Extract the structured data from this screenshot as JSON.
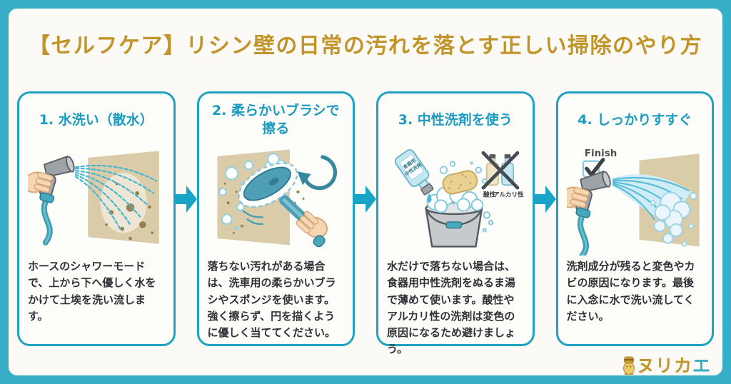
{
  "title": "【セルフケア】リシン壁の日常の汚れを落とす正しい掃除のやり方",
  "steps": [
    {
      "title": "1. 水洗い（散水）",
      "body": "ホースのシャワーモードで、上から下へ優しく水をかけて土埃を洗い流します。",
      "illustration": "hose-spraying-water-on-dirty-wall"
    },
    {
      "title": "2. 柔らかいブラシで擦る",
      "body": "落ちない汚れがある場合は、洗車用の柔らかいブラシやスポンジを使います。強く擦らず、円を描くように優しく当ててください。",
      "illustration": "soft-brush-scrubbing-wall-in-circles"
    },
    {
      "title": "3. 中性洗剤を使う",
      "body": "水だけで落ちない場合は、食器用中性洗剤をぬるま湯で薄めて使います。酸性やアルカリ性の洗剤は変色の原因になるため避けましょう。",
      "illustration": "neutral-detergent-sponge-and-foam-bucket",
      "bottle_label_line1": "食器用",
      "bottle_label_line2": "中性洗剤",
      "acid_label": "酸性",
      "alkali_label": "アルカリ性"
    },
    {
      "title": "4. しっかりすすぐ",
      "body": "洗剤成分が残ると変色やカビの原因になります。最後に入念に水で洗い流してください。",
      "illustration": "hose-rinsing-wall-with-foam",
      "finish_label": "Finish"
    }
  ],
  "logo": {
    "brand_gold": "ヌリカ",
    "brand_teal": "エ",
    "mascot": "nurikae-mascot"
  },
  "colors": {
    "frame_teal": "#38ADC6",
    "title_gold": "#C2952B",
    "card_border_teal": "#1EA2C2",
    "step_title_teal": "#1B9BC0",
    "body_text": "#2F3237",
    "wall_tan": "#DACCA8",
    "arrow_teal": "#18A4C6"
  }
}
